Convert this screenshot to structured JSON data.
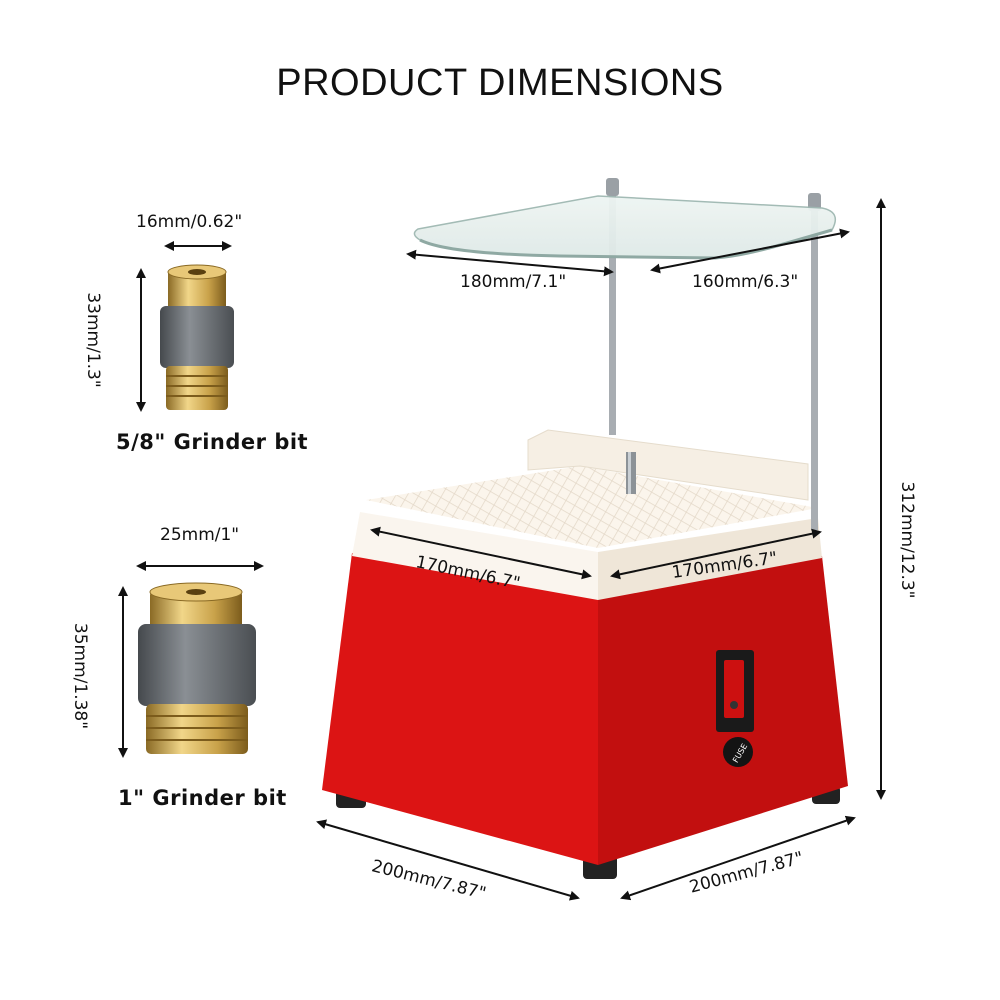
{
  "title": "PRODUCT DIMENSIONS",
  "bits": {
    "small": {
      "caption": "5/8\" Grinder bit",
      "width_label": "16mm/0.62\"",
      "height_label": "33mm/1.3\""
    },
    "large": {
      "caption": "1\" Grinder bit",
      "width_label": "25mm/1\"",
      "height_label": "35mm/1.38\""
    }
  },
  "machine": {
    "shield_width_label": "180mm/7.1\"",
    "shield_depth_label": "160mm/6.3\"",
    "top_width_label": "170mm/6.7\"",
    "top_depth_label": "170mm/6.7\"",
    "base_width_label": "200mm/7.87\"",
    "base_depth_label": "200mm/7.87\"",
    "height_label": "312mm/12.3\"",
    "fuse_label": "FUSE"
  },
  "colors": {
    "body_red": "#cc1010",
    "top_cream": "#f7efe4",
    "brass": "#c9a24a",
    "diamond_grey": "#6d7277"
  }
}
